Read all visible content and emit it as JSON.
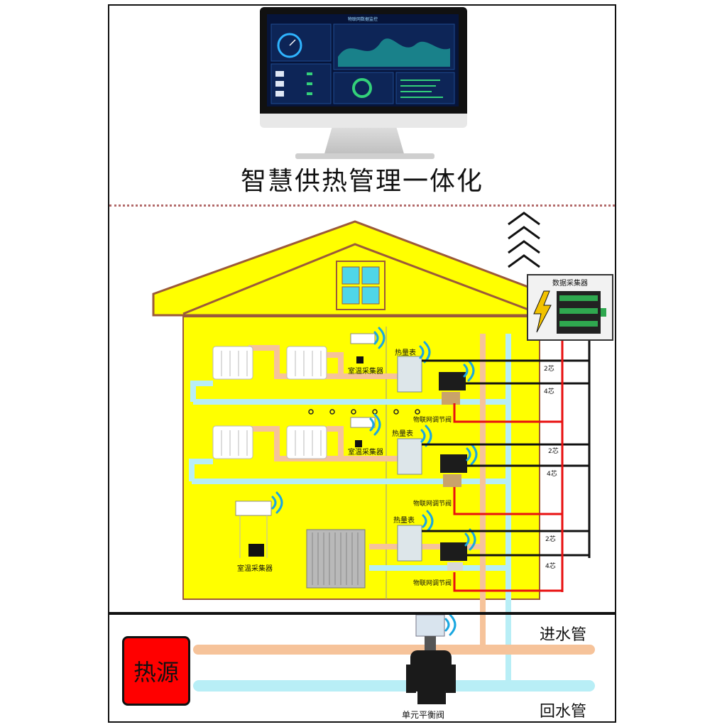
{
  "title": "智慧供热管理一体化",
  "monitor": {
    "header": "物联网数据监控"
  },
  "collector": {
    "label": "数据采集器"
  },
  "floors": [
    {
      "meter_label": "热量表",
      "valve_label": "物联网调节阀",
      "sensor_label": "室温采集器",
      "wires": [
        "2芯",
        "4芯"
      ]
    },
    {
      "meter_label": "热量表",
      "valve_label": "物联网调节阀",
      "sensor_label": "室温采集器",
      "wires": [
        "2芯",
        "4芯"
      ]
    },
    {
      "meter_label": "热量表",
      "valve_label": "物联网调节阀",
      "sensor_label": "室温采集器",
      "wires": [
        "2芯",
        "4芯"
      ]
    }
  ],
  "heat_source": "热源",
  "supply_pipe": "进水管",
  "return_pipe": "回水管",
  "unit_valve": "单元平衡阀",
  "colors": {
    "house": "#ffff00",
    "roof_edge": "#9b5a3a",
    "hot_pipe": "#f6c39a",
    "cold_pipe": "#b8eef6",
    "signal_wire": "#e81010",
    "data_wire": "#111111",
    "heat_source": "#ff0000"
  }
}
